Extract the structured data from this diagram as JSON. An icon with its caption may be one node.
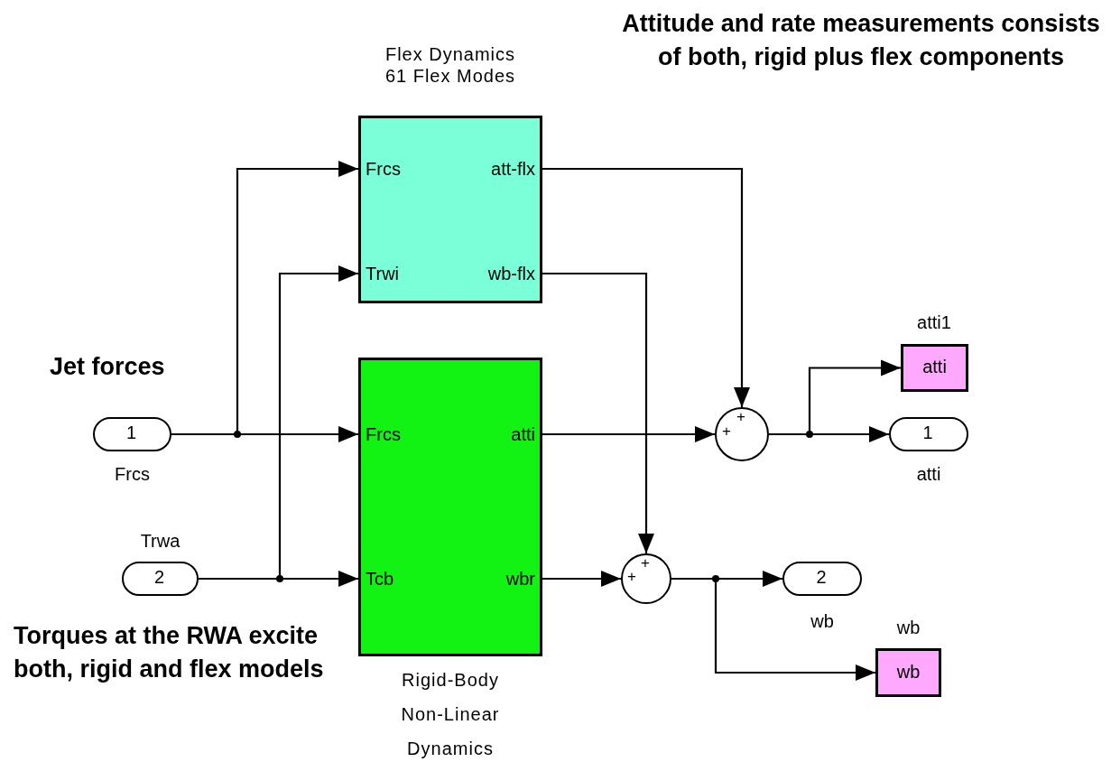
{
  "diagram": {
    "nodes": [
      {
        "text": [
          "Flex Dynamics 61 Flex Modes",
          "Frcs",
          "att-flx",
          "Trwi",
          "wb-flx"
        ]
      },
      {
        "text": [
          "Frcs",
          "atti",
          "Tcb",
          "wbr",
          "Rigid-Body Non-Linear Dynamics"
        ]
      },
      {
        "text": [
          "1"
        ],
        "beside": [
          "Frcs"
        ]
      },
      {
        "text": [
          "2"
        ],
        "beside": [
          "Trwa"
        ]
      },
      {
        "text": [
          "+",
          "+"
        ]
      },
      {
        "text": [
          "+",
          "+"
        ]
      },
      {
        "text": [
          "atti"
        ],
        "beside": [
          "atti1"
        ]
      },
      {
        "text": [
          "1"
        ],
        "beside": [
          "atti"
        ]
      },
      {
        "text": [
          "2"
        ],
        "beside": [
          "wb"
        ]
      },
      {
        "text": [
          "wb"
        ],
        "beside": [
          "wb"
        ]
      }
    ],
    "edges": [
      {
        "from": 2,
        "to": 0,
        "arrow": "to"
      },
      {
        "from": 2,
        "to": 1,
        "arrow": "to"
      },
      {
        "from": 3,
        "to": 0,
        "arrow": "to"
      },
      {
        "from": 3,
        "to": 1,
        "arrow": "to"
      },
      {
        "from": 0,
        "to": 4,
        "arrow": "to"
      },
      {
        "from": 1,
        "to": 4,
        "arrow": "to"
      },
      {
        "from": 0,
        "to": 5,
        "arrow": "to"
      },
      {
        "from": 1,
        "to": 5,
        "arrow": "to"
      },
      {
        "from": 4,
        "to": 6,
        "arrow": "to"
      },
      {
        "from": 4,
        "to": 7,
        "arrow": "to"
      },
      {
        "from": 5,
        "to": 8,
        "arrow": "to"
      },
      {
        "from": 5,
        "to": 9,
        "arrow": "to"
      }
    ],
    "labels": [
      "Attitude and rate measurements consists of both, rigid plus flex components",
      "Jet forces",
      "Torques at the RWA excite both, rigid and flex models"
    ]
  }
}
